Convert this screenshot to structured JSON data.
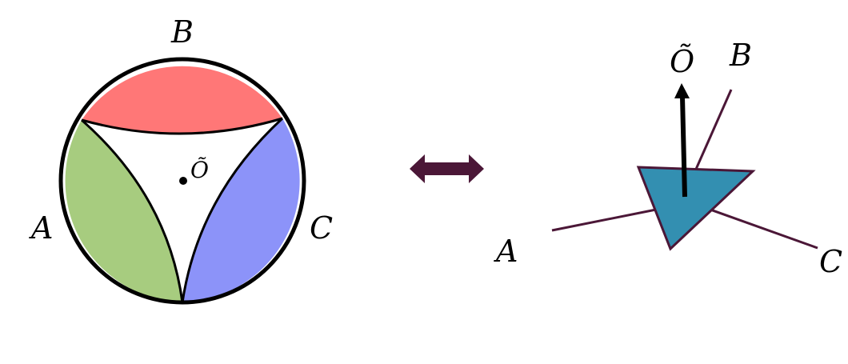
{
  "left_diagram": {
    "labels": {
      "top": "B",
      "left": "A",
      "right": "C",
      "center": "Õ"
    },
    "colors": {
      "region_top": "#ff7777",
      "region_left": "#a7cc7f",
      "region_right": "#8c93f9",
      "center_region": "#ffffff",
      "outline": "#000000"
    }
  },
  "connector": {
    "icon": "double-arrow-icon",
    "color": "#4b1737"
  },
  "right_diagram": {
    "labels": {
      "vector": "Õ",
      "top_leg": "B",
      "left_leg": "A",
      "right_leg": "C"
    },
    "colors": {
      "triangle_fill": "#338fb1",
      "triangle_stroke": "#4b1737",
      "legs": "#4b1737",
      "vector": "#000000"
    }
  }
}
